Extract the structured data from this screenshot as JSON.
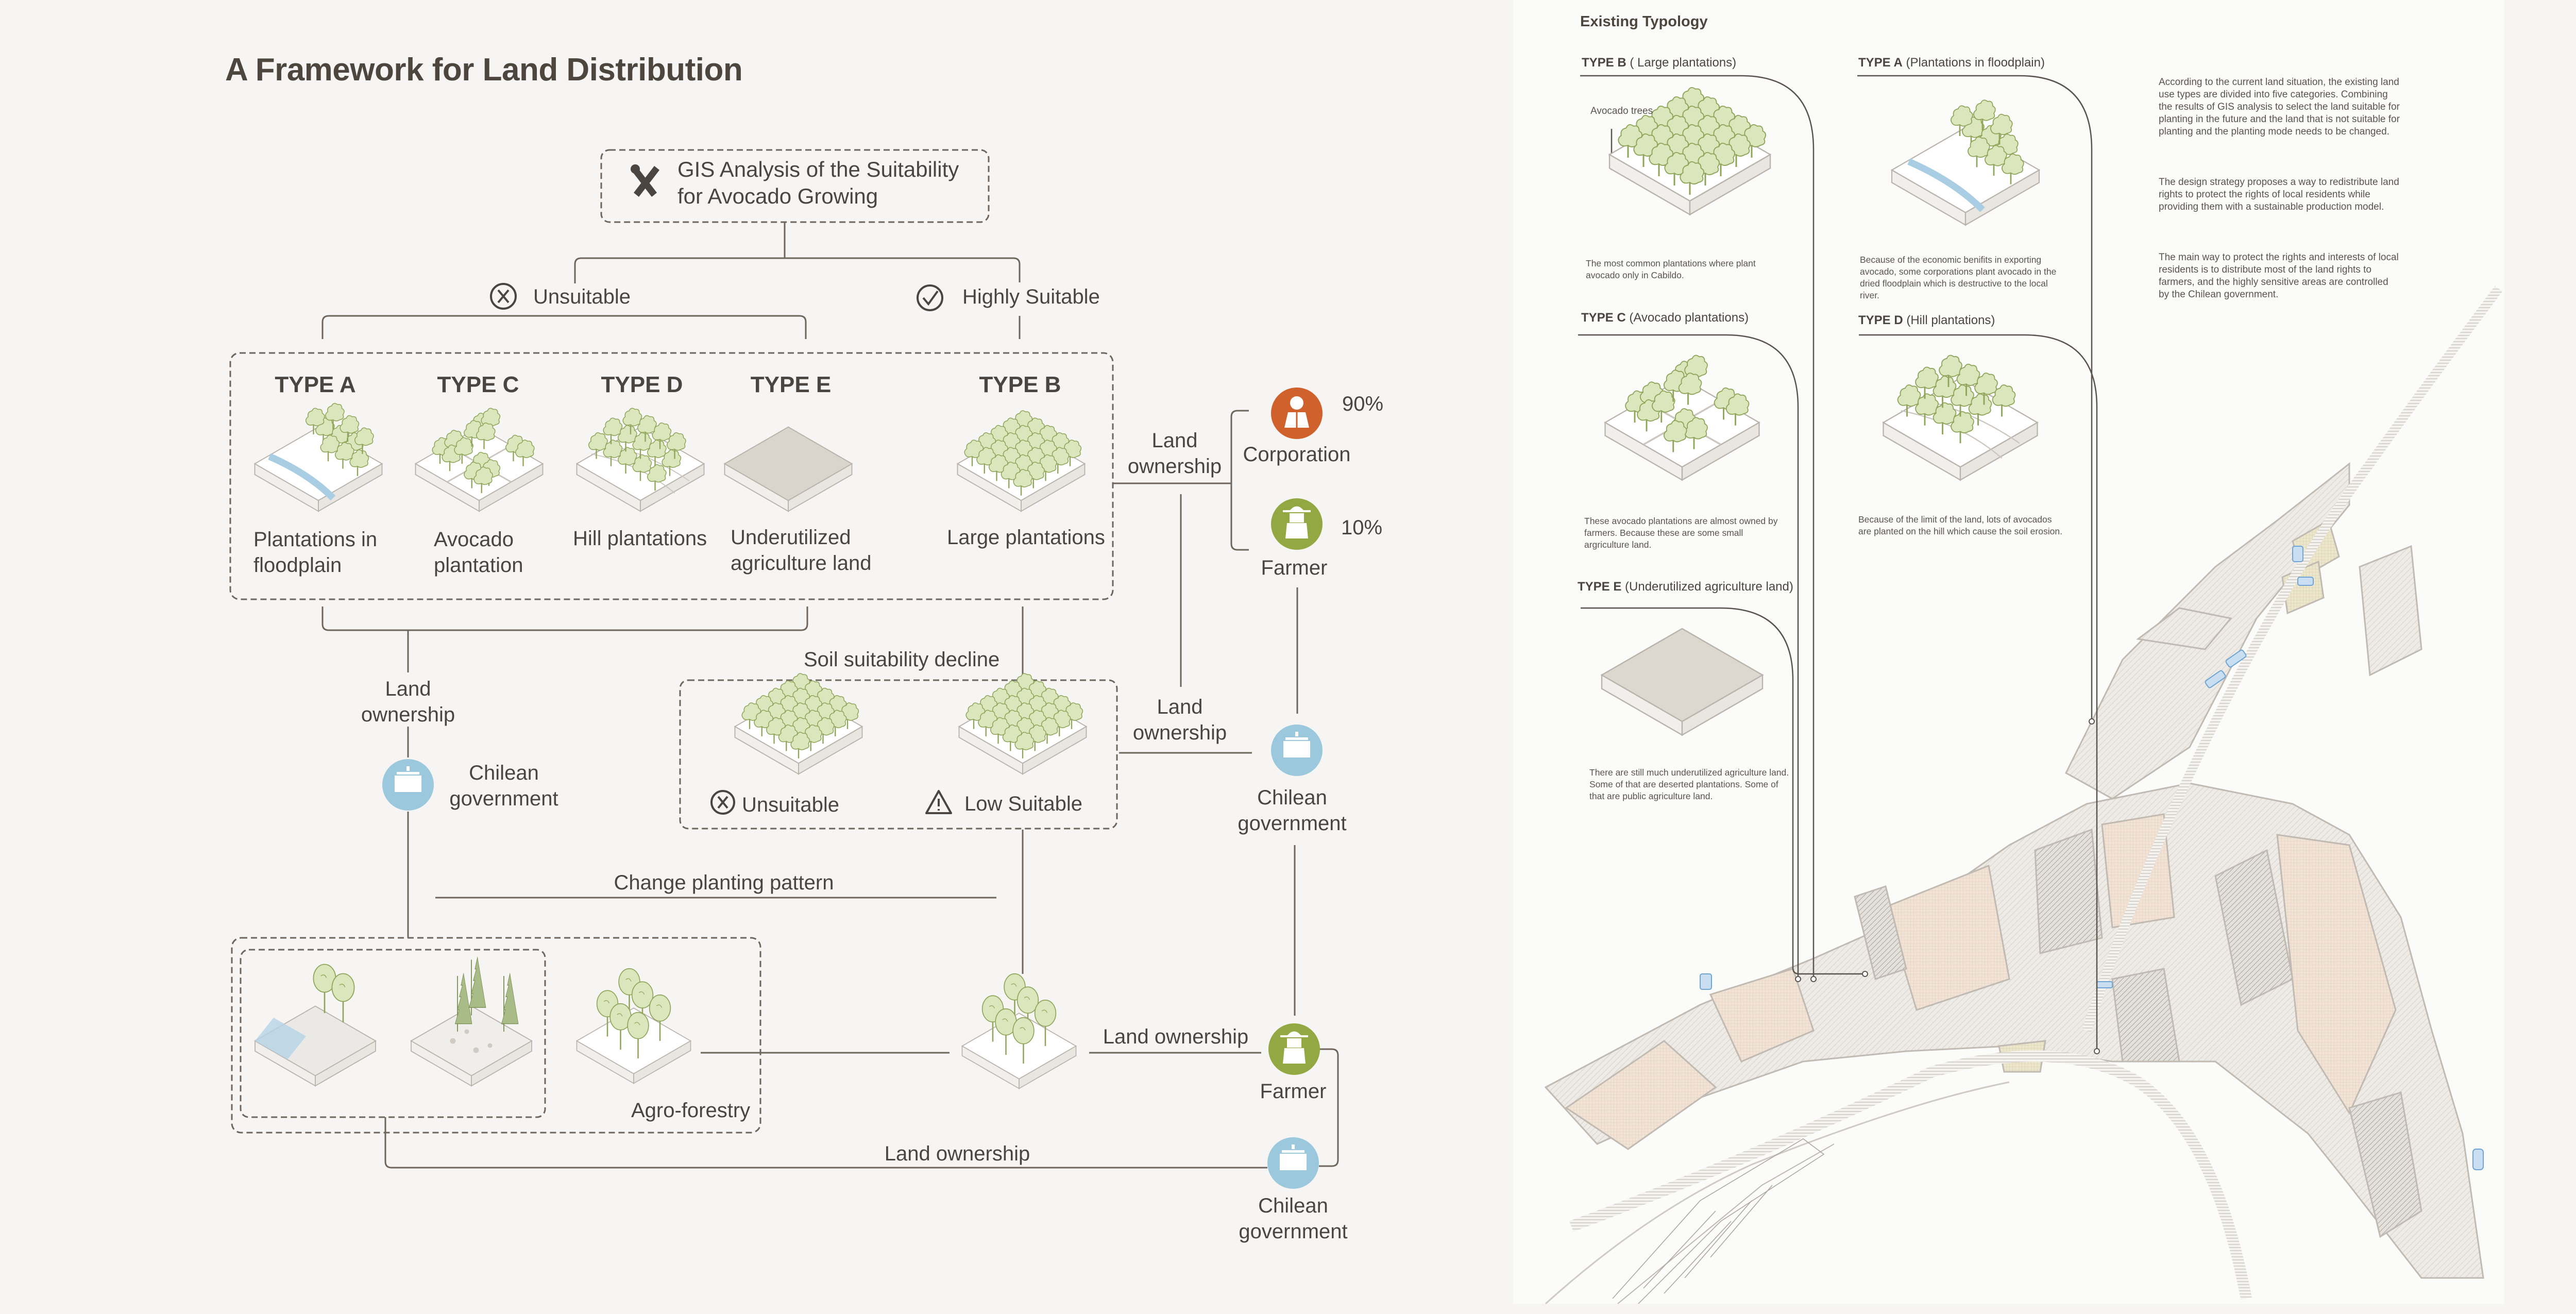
{
  "framework": {
    "title": "A Framework for Land Distribution",
    "gis_box": {
      "icon": "tools-icon",
      "line1": "GIS Analysis of the Suitability",
      "line2": "for Avocado Growing"
    },
    "branches": {
      "unsuitable": {
        "icon": "x-circle-icon",
        "label": "Unsuitable"
      },
      "highly_suitable": {
        "icon": "check-circle-icon",
        "label": "Highly Suitable"
      }
    },
    "types": [
      {
        "head": "TYPE A",
        "line1": "Plantations in",
        "line2": "floodplain"
      },
      {
        "head": "TYPE C",
        "line1": "Avocado",
        "line2": "plantation"
      },
      {
        "head": "TYPE D",
        "line1": "Hill plantations",
        "line2": ""
      },
      {
        "head": "TYPE E",
        "line1": "Underutilized",
        "line2": "agriculture land"
      },
      {
        "head": "TYPE B",
        "line1": "Large plantations",
        "line2": ""
      }
    ],
    "ownership_top": {
      "label_line1": "Land",
      "label_line2": "ownership",
      "corporation": {
        "label": "Corporation",
        "percent": "90%",
        "color": "#d0602c",
        "icon": "businessman-icon"
      },
      "farmer": {
        "label": "Farmer",
        "percent": "10%",
        "color": "#93a842",
        "icon": "farmer-icon"
      }
    },
    "left_ownership": {
      "label_line1": "Land",
      "label_line2": "ownership",
      "gov": {
        "line1": "Chilean",
        "line2": "government",
        "color": "#9bc8dc",
        "icon": "government-building-icon"
      }
    },
    "soil": {
      "caption": "Soil suitability decline",
      "items": [
        {
          "icon": "x-circle-icon",
          "label": "Unsuitable"
        },
        {
          "icon": "warning-triangle-icon",
          "label": "Low Suitable"
        }
      ]
    },
    "mid_ownership": {
      "label_line1": "Land",
      "label_line2": "ownership",
      "gov": {
        "line1": "Chilean",
        "line2": "government"
      }
    },
    "change_pattern": "Change planting pattern",
    "agro_label": "Agro-forestry",
    "bottom": {
      "land_ownership_right": "Land ownership",
      "land_ownership_bottom": "Land ownership",
      "farmer": "Farmer",
      "gov_line1": "Chilean",
      "gov_line2": "government"
    }
  },
  "typology": {
    "title": "Existing Typology",
    "type_b": {
      "head": "TYPE B",
      "sub": "( Large plantations)",
      "callout": "Avocado trees",
      "desc": "The most common plantations where plant avocado only in Cabildo."
    },
    "type_a": {
      "head": "TYPE A",
      "sub": "(Plantations in floodplain)",
      "desc": "Because of the economic benifits in exporting avocado, some corporations plant avocado in the dried floodplain which is destructive to the local river."
    },
    "type_c": {
      "head": "TYPE C",
      "sub": "(Avocado plantations)",
      "desc": "These avocado plantations are almost owned by farmers. Because these are some small argriculture land."
    },
    "type_d": {
      "head": "TYPE D",
      "sub": "(Hill plantations)",
      "desc": "Because of the limit of the land, lots of avocados are planted on the hill which cause the soil erosion."
    },
    "type_e": {
      "head": "TYPE E",
      "sub": "(Underutilized agriculture land)",
      "desc": "There are still much underutilized agriculture land. Some of that are deserted plantations. Some of that are public agriculture land."
    },
    "notes": [
      "According to the current land situation, the existing land use types are divided into five categories. Combining the results of GIS analysis to select the land suitable for planting in the future and the land that is not suitable for planting and the planting mode needs to be changed.",
      "The design strategy proposes a way to redistribute land rights to protect the rights of local residents while providing them with a sustainable production model.",
      "The main way to protect the rights and interests of local residents is to distribute most of the land rights to farmers, and the highly sensitive areas are controlled by the Chilean government."
    ]
  },
  "colors": {
    "line": "#6e655c",
    "tree_fill": "#d9e4b8",
    "tree_stroke": "#8fa65a",
    "water": "#a9cde3",
    "field_pink": "#f0ddd0",
    "field_yellow": "#e9e2c4"
  }
}
